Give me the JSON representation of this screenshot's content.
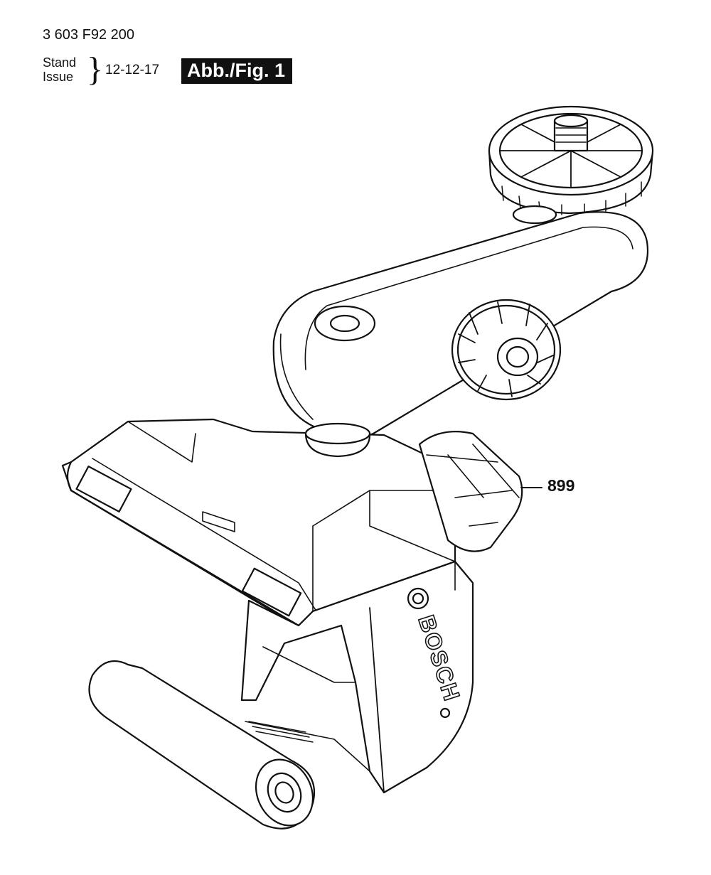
{
  "header": {
    "part_number": "3 603 F92 200",
    "stand_label": "Stand",
    "issue_label": "Issue",
    "issue_date": "12-12-17",
    "figure_label": "Abb./Fig. 1"
  },
  "drawing": {
    "brand_text": "BOSCH",
    "callouts": [
      {
        "label": "899"
      }
    ]
  }
}
